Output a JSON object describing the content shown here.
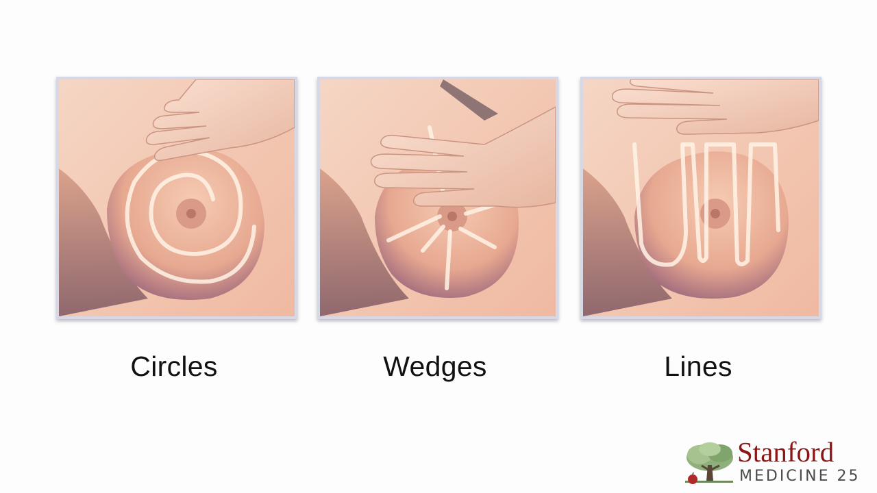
{
  "panels": [
    {
      "caption": "Circles",
      "pattern": "circles"
    },
    {
      "caption": "Wedges",
      "pattern": "wedges"
    },
    {
      "caption": "Lines",
      "pattern": "lines"
    }
  ],
  "logo": {
    "title": "Stanford",
    "subtitle": "MEDICINE 25",
    "icon": "tree-with-apple-icon"
  },
  "colors": {
    "skin": "#f2c3ad",
    "pattern_stroke": "#fff3e6",
    "brand": "#8c1515",
    "frame": "#d7d8e6"
  }
}
